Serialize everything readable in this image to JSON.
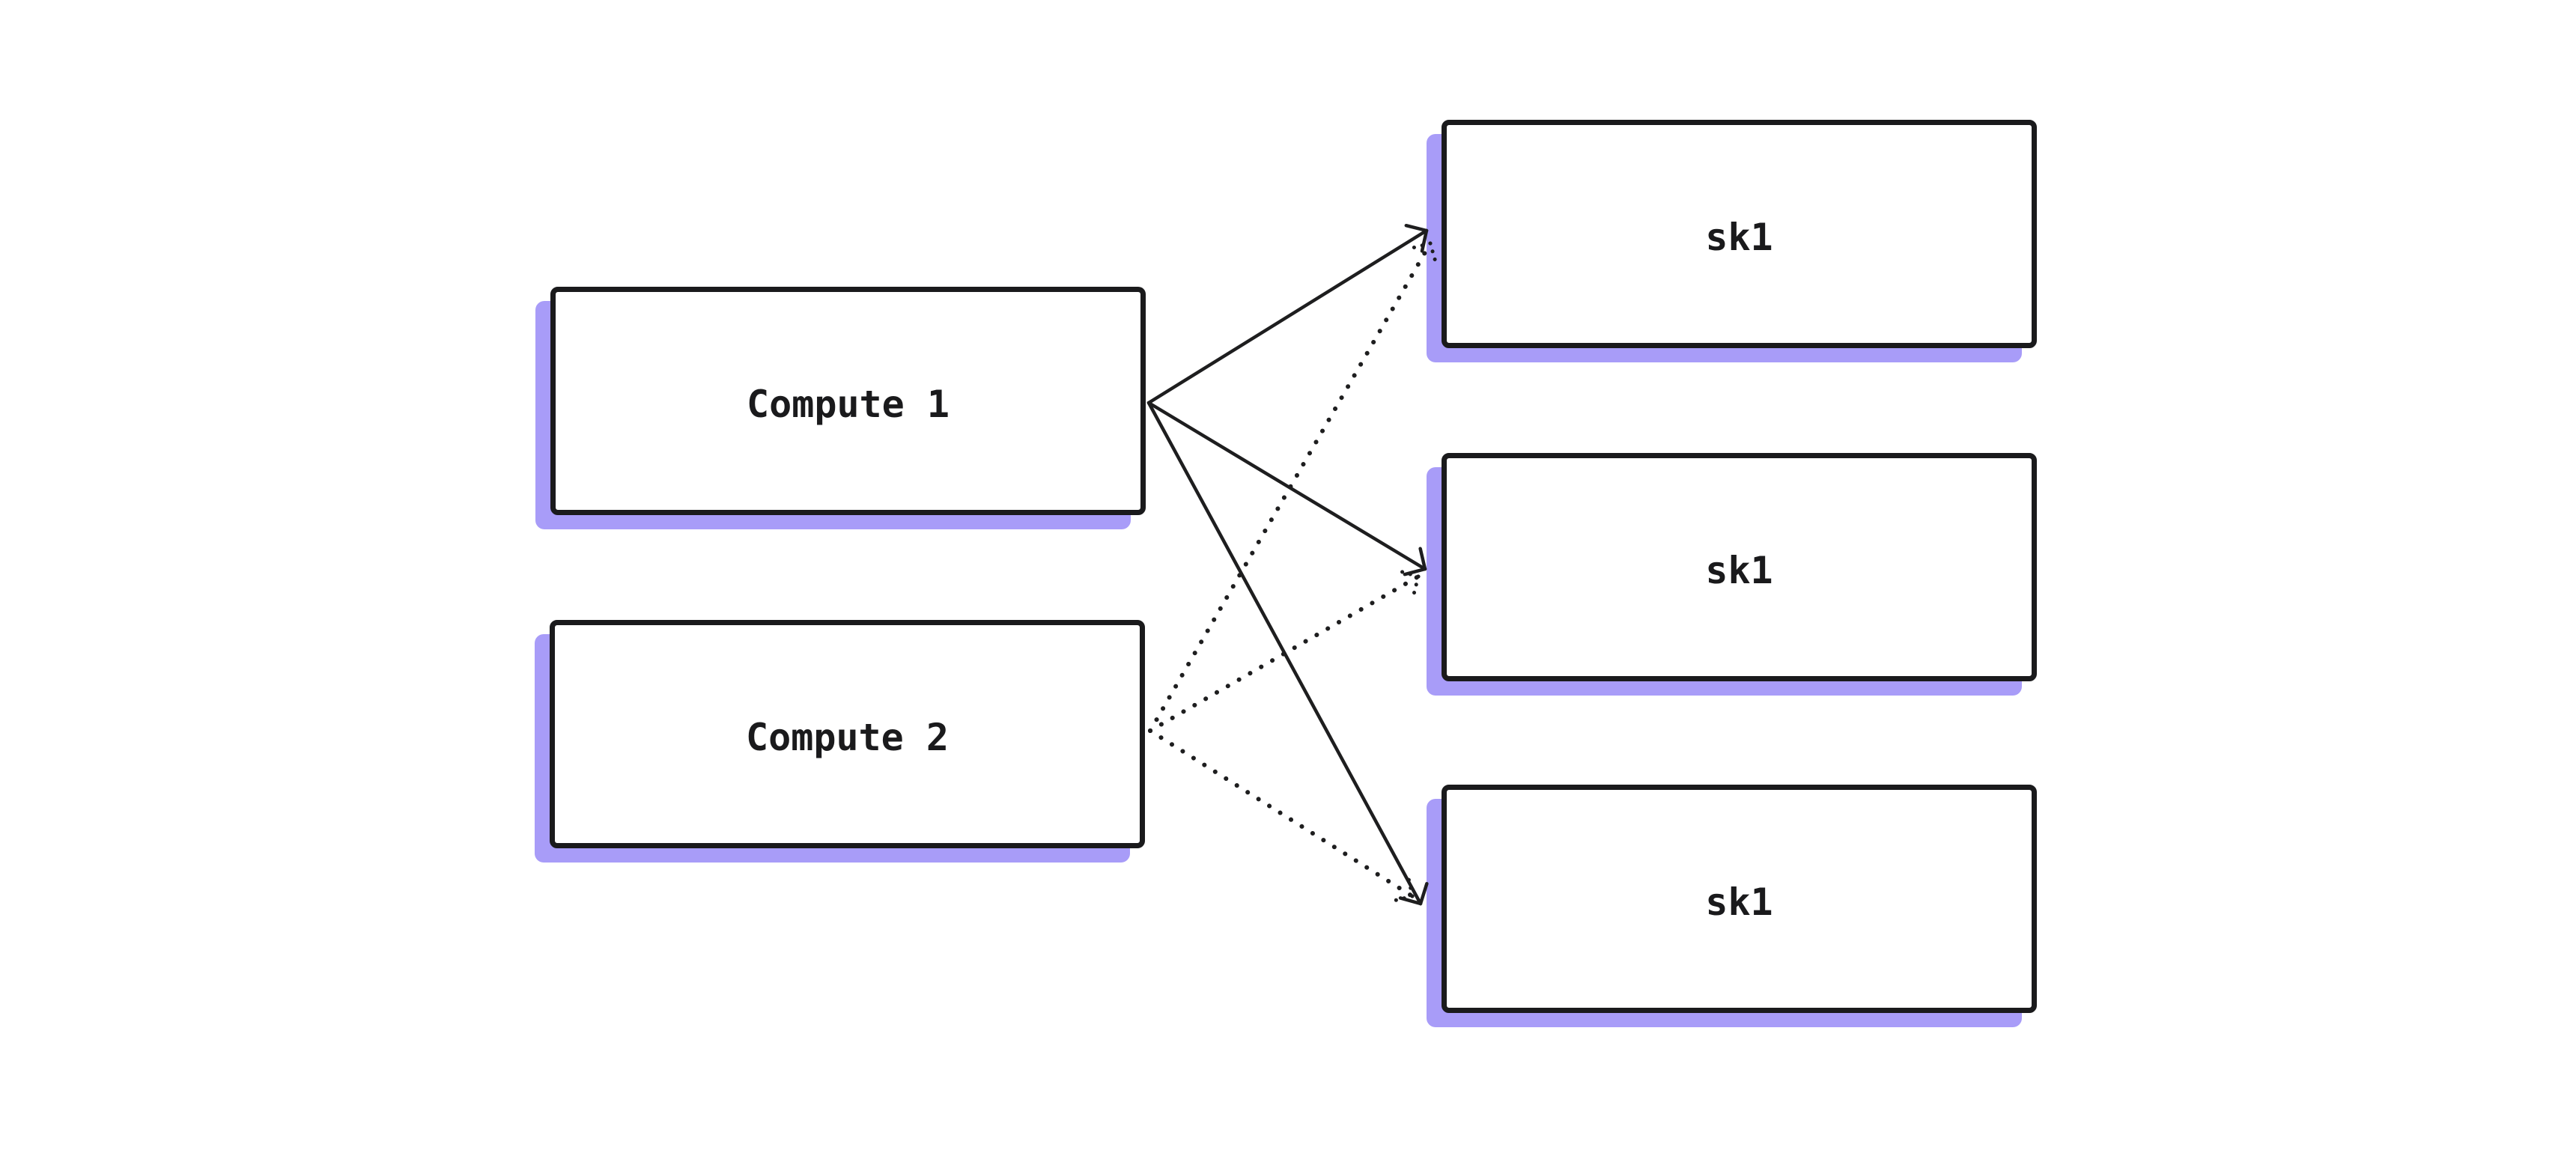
{
  "diagram": {
    "nodes": [
      {
        "id": "compute-1",
        "label": "Compute 1"
      },
      {
        "id": "compute-2",
        "label": "Compute 2"
      },
      {
        "id": "sk-top",
        "label": "sk1"
      },
      {
        "id": "sk-mid",
        "label": "sk1"
      },
      {
        "id": "sk-bottom",
        "label": "sk1"
      }
    ],
    "edges": [
      {
        "from": "compute-1",
        "to": "sk-top",
        "style": "solid"
      },
      {
        "from": "compute-1",
        "to": "sk-mid",
        "style": "solid"
      },
      {
        "from": "compute-1",
        "to": "sk-bottom",
        "style": "solid"
      },
      {
        "from": "compute-2",
        "to": "sk-top",
        "style": "dotted"
      },
      {
        "from": "compute-2",
        "to": "sk-mid",
        "style": "dotted"
      },
      {
        "from": "compute-2",
        "to": "sk-bottom",
        "style": "dotted"
      }
    ],
    "colors": {
      "stroke": "#1a1a1c",
      "arrow": "#1e1e1f",
      "shadow": "#a89cf8",
      "fill": "#ffffff",
      "background": "#ffffff"
    }
  }
}
